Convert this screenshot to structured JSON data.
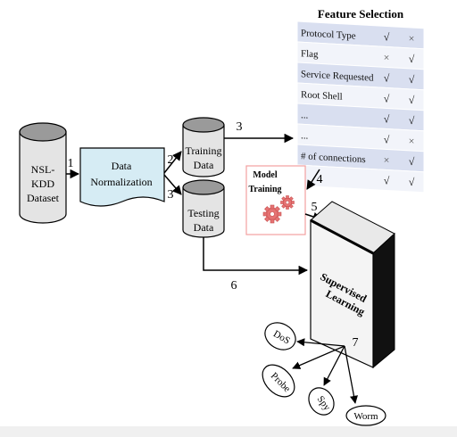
{
  "dataset": {
    "label_lines": [
      "NSL-",
      "KDD",
      "Dataset"
    ]
  },
  "normalization": {
    "label_lines": [
      "Data",
      "Normalization"
    ]
  },
  "training_data": {
    "label_lines": [
      "Training",
      "Data"
    ]
  },
  "testing_data": {
    "label_lines": [
      "Testing",
      "Data"
    ]
  },
  "model_training": {
    "label_lines": [
      "Model",
      "Training"
    ]
  },
  "feature_selection": {
    "title": "Feature Selection",
    "rows": [
      {
        "name": "Protocol Type",
        "c1": "√",
        "c2": "×"
      },
      {
        "name": "Flag",
        "c1": "×",
        "c2": "√"
      },
      {
        "name": "Service Requested",
        "c1": "√",
        "c2": "√"
      },
      {
        "name": "Root Shell",
        "c1": "√",
        "c2": "√"
      },
      {
        "name": "...",
        "c1": "√",
        "c2": "√"
      },
      {
        "name": "...",
        "c1": "√",
        "c2": "×"
      },
      {
        "name": "# of connections",
        "c1": "×",
        "c2": "√"
      },
      {
        "name": "",
        "c1": "√",
        "c2": "√"
      }
    ]
  },
  "supervised": {
    "label_lines": [
      "Supervised",
      "Learning"
    ]
  },
  "steps": {
    "s1": "1",
    "s2": "2",
    "s3a": "3",
    "s3b": "3",
    "s4": "4",
    "s5": "5",
    "s6": "6",
    "s7": "7"
  },
  "outputs": {
    "dos": "DoS",
    "probe": "Probe",
    "spy": "Spy",
    "worm": "Worm"
  },
  "colors": {
    "cylinder_fill": "#e4e4e4",
    "cylinder_dark": "#9a9a9a",
    "norm_fill": "#d6ecf4",
    "table_odd": "#d9dff0",
    "table_even": "#f2f4fa",
    "gear": "#e57373"
  }
}
